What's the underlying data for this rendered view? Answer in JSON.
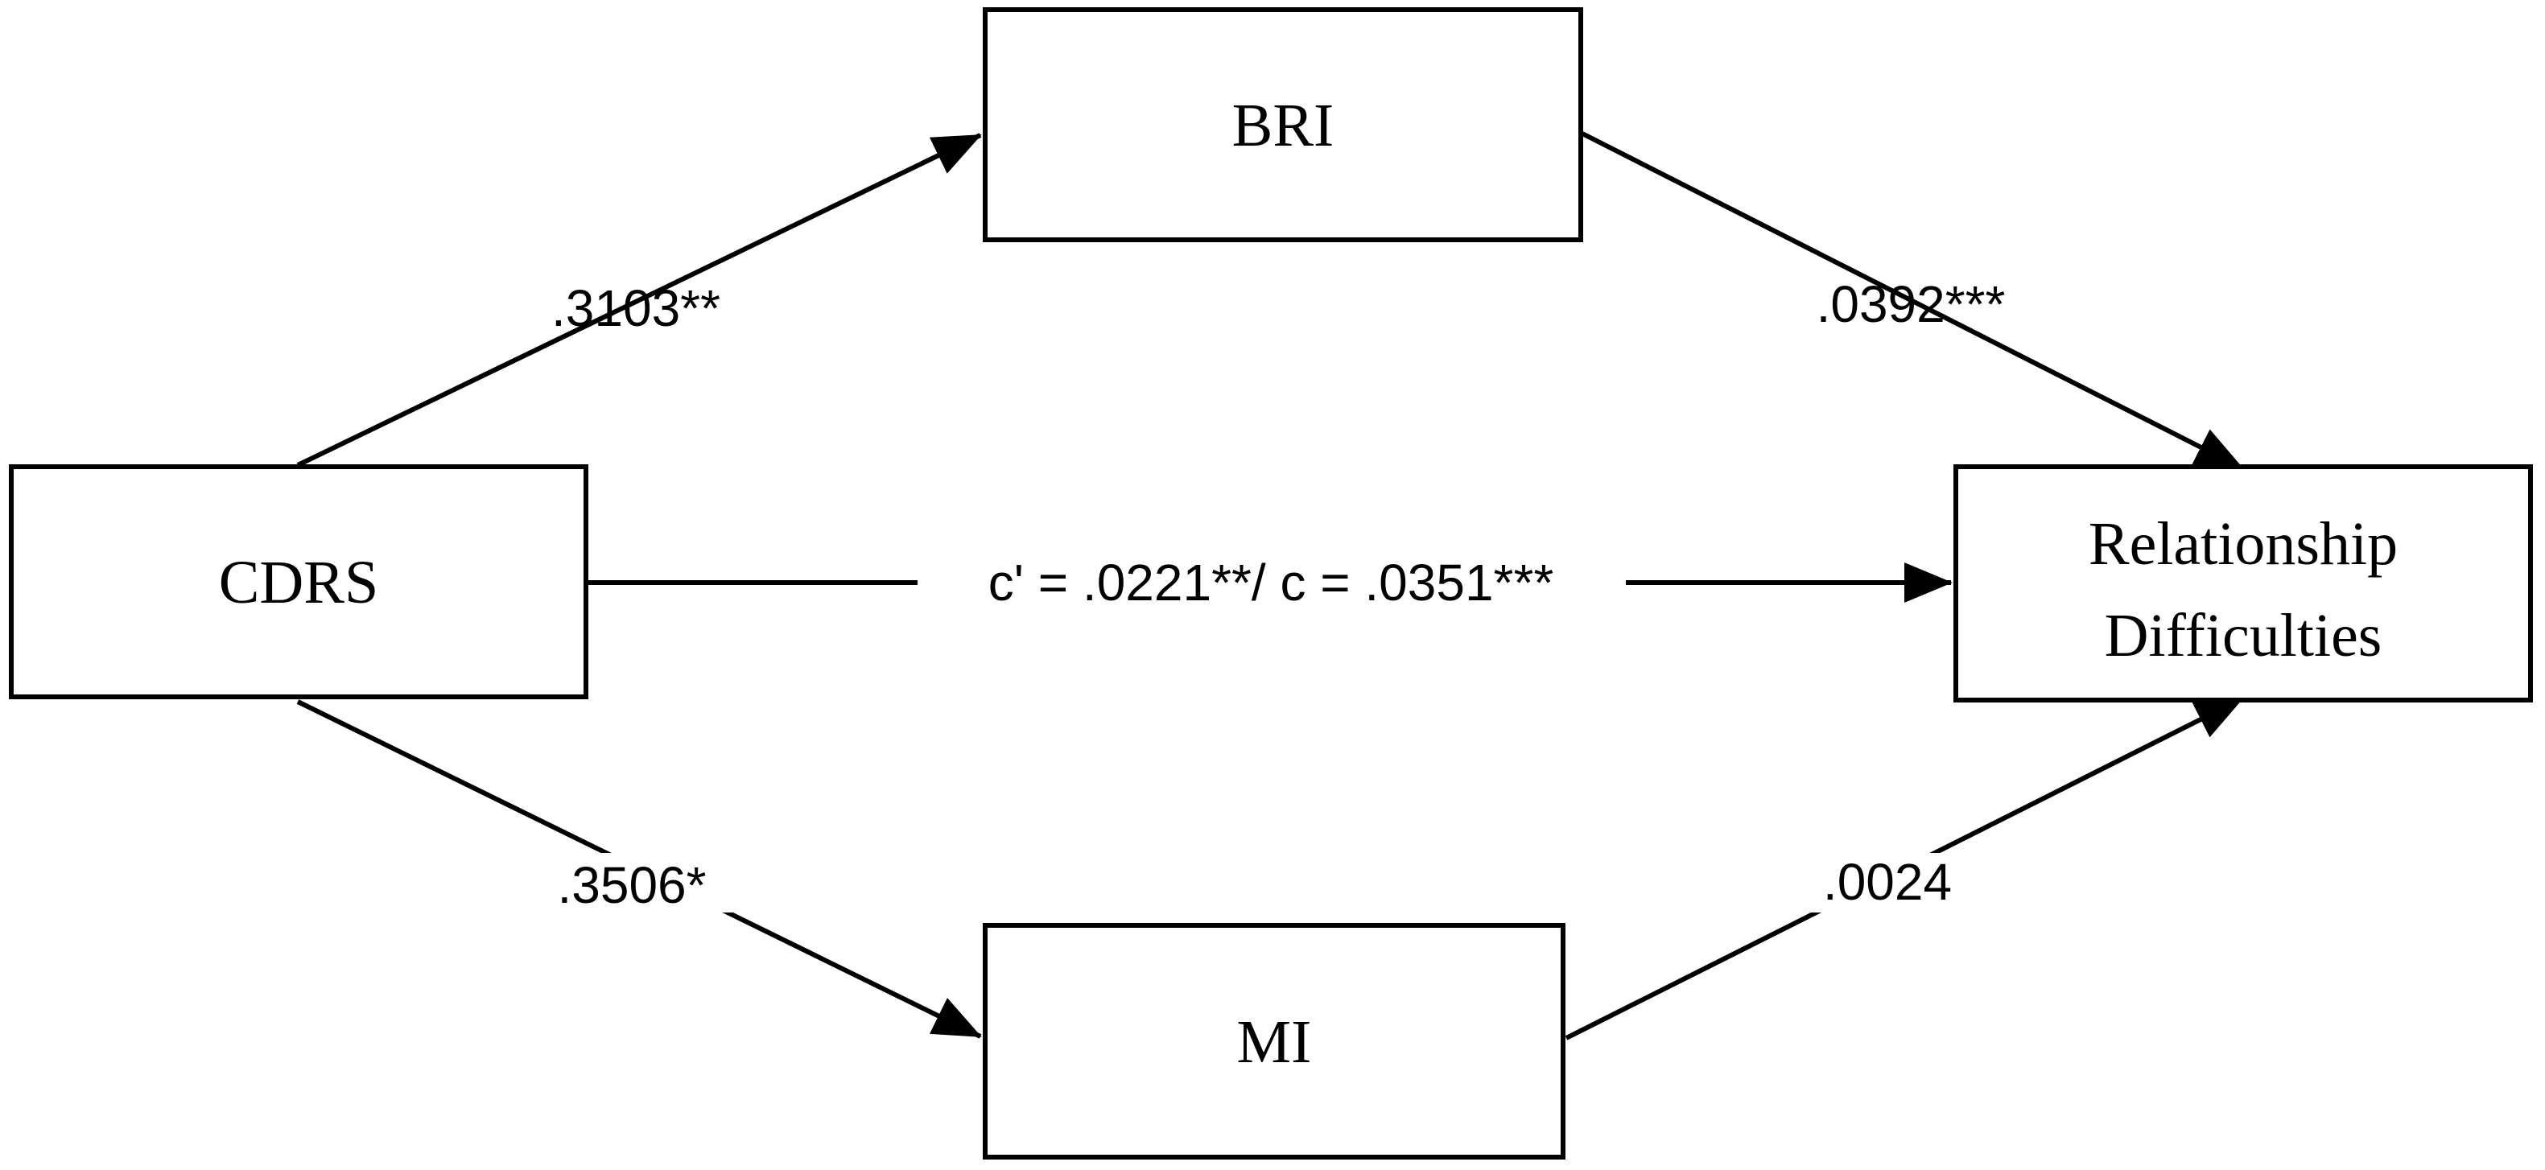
{
  "nodes": {
    "cdrs": {
      "label": "CDRS"
    },
    "bri": {
      "label": "BRI"
    },
    "mi": {
      "label": "MI"
    },
    "outcome": {
      "label_line1": "Relationship",
      "label_line2": "Difficulties"
    }
  },
  "paths": {
    "cdrs_to_bri": {
      "coefficient": ".3103**"
    },
    "bri_to_outcome": {
      "coefficient": ".0392***"
    },
    "cdrs_to_mi": {
      "coefficient": ".3506*"
    },
    "mi_to_outcome": {
      "coefficient": ".0024"
    },
    "direct": {
      "coefficient": "c' = .0221**/ c = .0351***"
    }
  },
  "colors": {
    "stroke": "#000000",
    "background": "#ffffff"
  }
}
